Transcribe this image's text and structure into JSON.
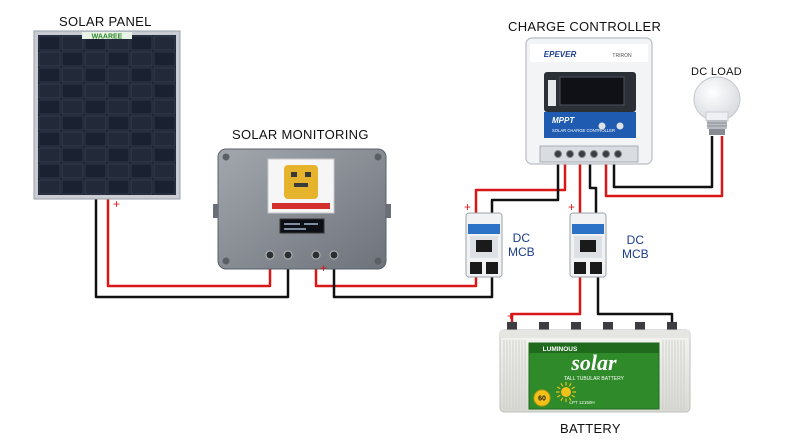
{
  "labels": {
    "solar_panel": "SOLAR PANEL",
    "charge_controller": "CHARGE CONTROLLER",
    "dc_load": "DC LOAD",
    "solar_monitoring": "SOLAR MONITORING",
    "battery": "BATTERY"
  },
  "mcb_left": {
    "line1": "DC",
    "line2": "MCB"
  },
  "mcb_right": {
    "line1": "DC",
    "line2": "MCB"
  },
  "polarity": {
    "plus": "+"
  },
  "panel_brand": "WAAREE",
  "controller": {
    "brand": "EPEVER",
    "model_word": "MPPT",
    "subtitle": "SOLAR CHARGE CONTROLLER",
    "series": "TRIRON"
  },
  "battery_brand": {
    "maker": "LUMINOUS",
    "product": "solar",
    "tagline": "TALL TUBULAR BATTERY",
    "warranty": "60",
    "model": "LPT 12150H"
  },
  "colors": {
    "wire_positive": "#d81818",
    "wire_negative": "#111111",
    "panel_frame": "#c9ccd2",
    "panel_cell": "#1d2330",
    "monitor_box": "#8a8f97",
    "battery_label": "#2f8a2a",
    "label_blue": "#1a3c8c"
  }
}
